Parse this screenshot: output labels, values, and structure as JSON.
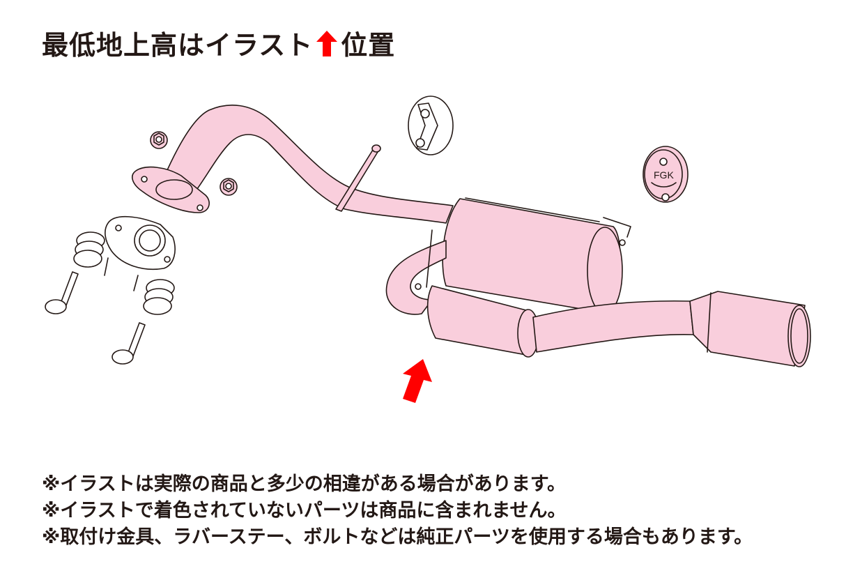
{
  "title": {
    "prefix": "最低地上高はイラスト",
    "arrow_icon": "red-up-arrow",
    "suffix": "位置",
    "arrow_color": "#ff0000"
  },
  "illustration": {
    "subject": "exhaust muffler system",
    "part_color": "#f9cedc",
    "outline_color": "#231815",
    "hanger_logo": "FGK",
    "parts": [
      "front-pipe",
      "flange-gasket",
      "flange-nut",
      "flange-nut",
      "spring",
      "spring",
      "bolt",
      "bolt",
      "rubber-hanger",
      "rubber-hanger-fgk",
      "hanger-rod",
      "main-muffler",
      "sub-muffler",
      "tail-pipe",
      "tail-tip"
    ],
    "ground_clearance_arrow_color": "#ff0000"
  },
  "notes": [
    "※イラストは実際の商品と多少の相違がある場合があります。",
    "※イラストで着色されていないパーツは商品に含まれません。",
    "※取付け金具、ラバーステー、ボルトなどは純正パーツを使用する場合もあります。"
  ]
}
